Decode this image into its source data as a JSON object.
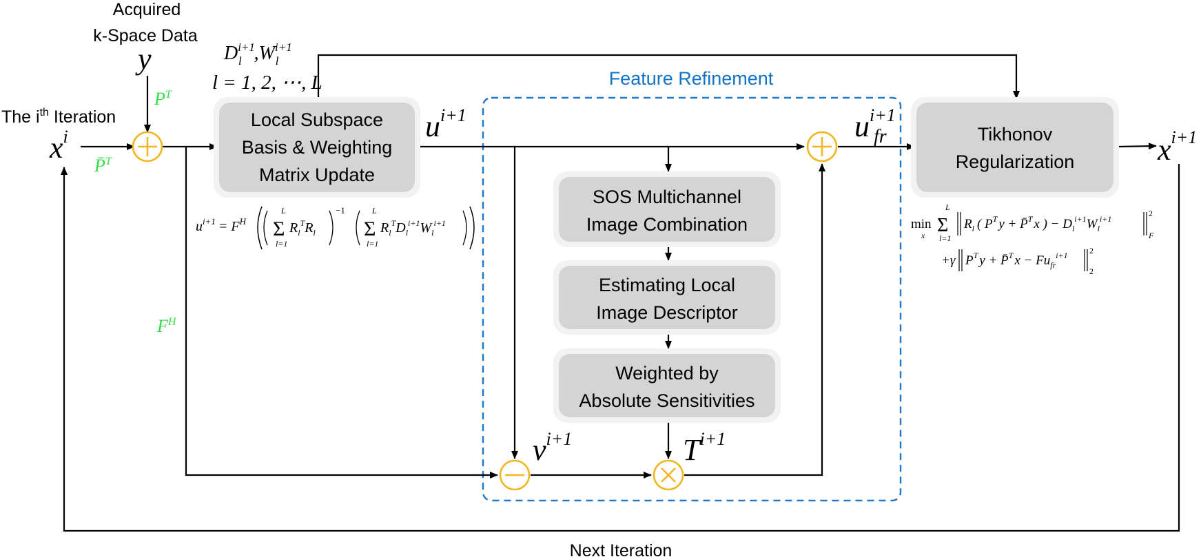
{
  "colors": {
    "accent_blue": "#1d78c8",
    "node_yellow": "#f2b620",
    "projection_green": "#33dd44",
    "block_fill": "#d4d4d4",
    "block_halo": "#f2f2f2"
  },
  "labels": {
    "acquired_line1": "Acquired",
    "acquired_line2": "k-Space Data",
    "iteration_prefix": "The i",
    "iteration_sup": "th",
    "iteration_suffix": " Iteration",
    "next_iteration": "Next Iteration",
    "feature_refinement": "Feature Refinement"
  },
  "blocks": {
    "subspace": [
      "Local Subspace",
      "Basis & Weighting",
      "Matrix Update"
    ],
    "sos": [
      "SOS Multichannel",
      "Image Combination"
    ],
    "descriptor": [
      "Estimating Local",
      "Image Descriptor"
    ],
    "weighted": [
      "Weighted by",
      "Absolute Sensitivities"
    ],
    "tikhonov": [
      "Tikhonov",
      "Regularization"
    ]
  },
  "symbols": {
    "y": "y",
    "x": "x",
    "sup_i": "i",
    "sup_i1": "i+1",
    "u": "u",
    "fr": "fr",
    "v": "v",
    "T": "T",
    "P": "P",
    "Pbar": "P̄",
    "F": "F",
    "sup_T": "T",
    "sup_H": "H",
    "D": "D",
    "W": "W",
    "sub_l": "l",
    "comma": ",",
    "l_range": "l = 1, 2, ⋯, L"
  },
  "equations": {
    "u_update": {
      "lhs": "u",
      "lhs_sup": "i+1",
      "eq": "= F",
      "eq_sup": "H",
      "sum_top": "L",
      "sum_bottom": "l=1",
      "term1": "R",
      "term1_sub": "l",
      "term1_sup": "T",
      "term1b": "R",
      "term1b_sub": "l",
      "inverse": "−1",
      "term2": "R",
      "term2_sub": "l",
      "term2_sup": "T",
      "term2_d": "D",
      "term2_d_sub": "l",
      "term2_d_sup": "i+1",
      "term2_w": "W",
      "term2_w_sub": "l",
      "term2_w_sup": "i+1"
    },
    "tikhonov": {
      "min": "min",
      "min_sub": "x",
      "sum_top": "L",
      "sum_bottom": "l=1",
      "line1": "R",
      "line1_sub": "l",
      "line1_body": "( P",
      "line1_body_sup": "T",
      "line1_body2": "y + P̄",
      "line1_body2_sup": "T",
      "line1_body3": "x ) − D",
      "line1_d_sub": "l",
      "line1_d_sup": "i+1",
      "line1_w": "W",
      "line1_w_sub": "l",
      "line1_w_sup": "i+1",
      "line1_norm_sup": "2",
      "line1_norm_sub": "F",
      "line2_prefix": "+γ",
      "line2_body": "P",
      "line2_body_sup": "T",
      "line2_body2": "y + P̄",
      "line2_body2_sup": "T",
      "line2_body3": "x − Fu",
      "line2_u_sub": "fr",
      "line2_u_sup": "i+1",
      "line2_norm_sup": "2",
      "line2_norm_sub": "2"
    }
  }
}
